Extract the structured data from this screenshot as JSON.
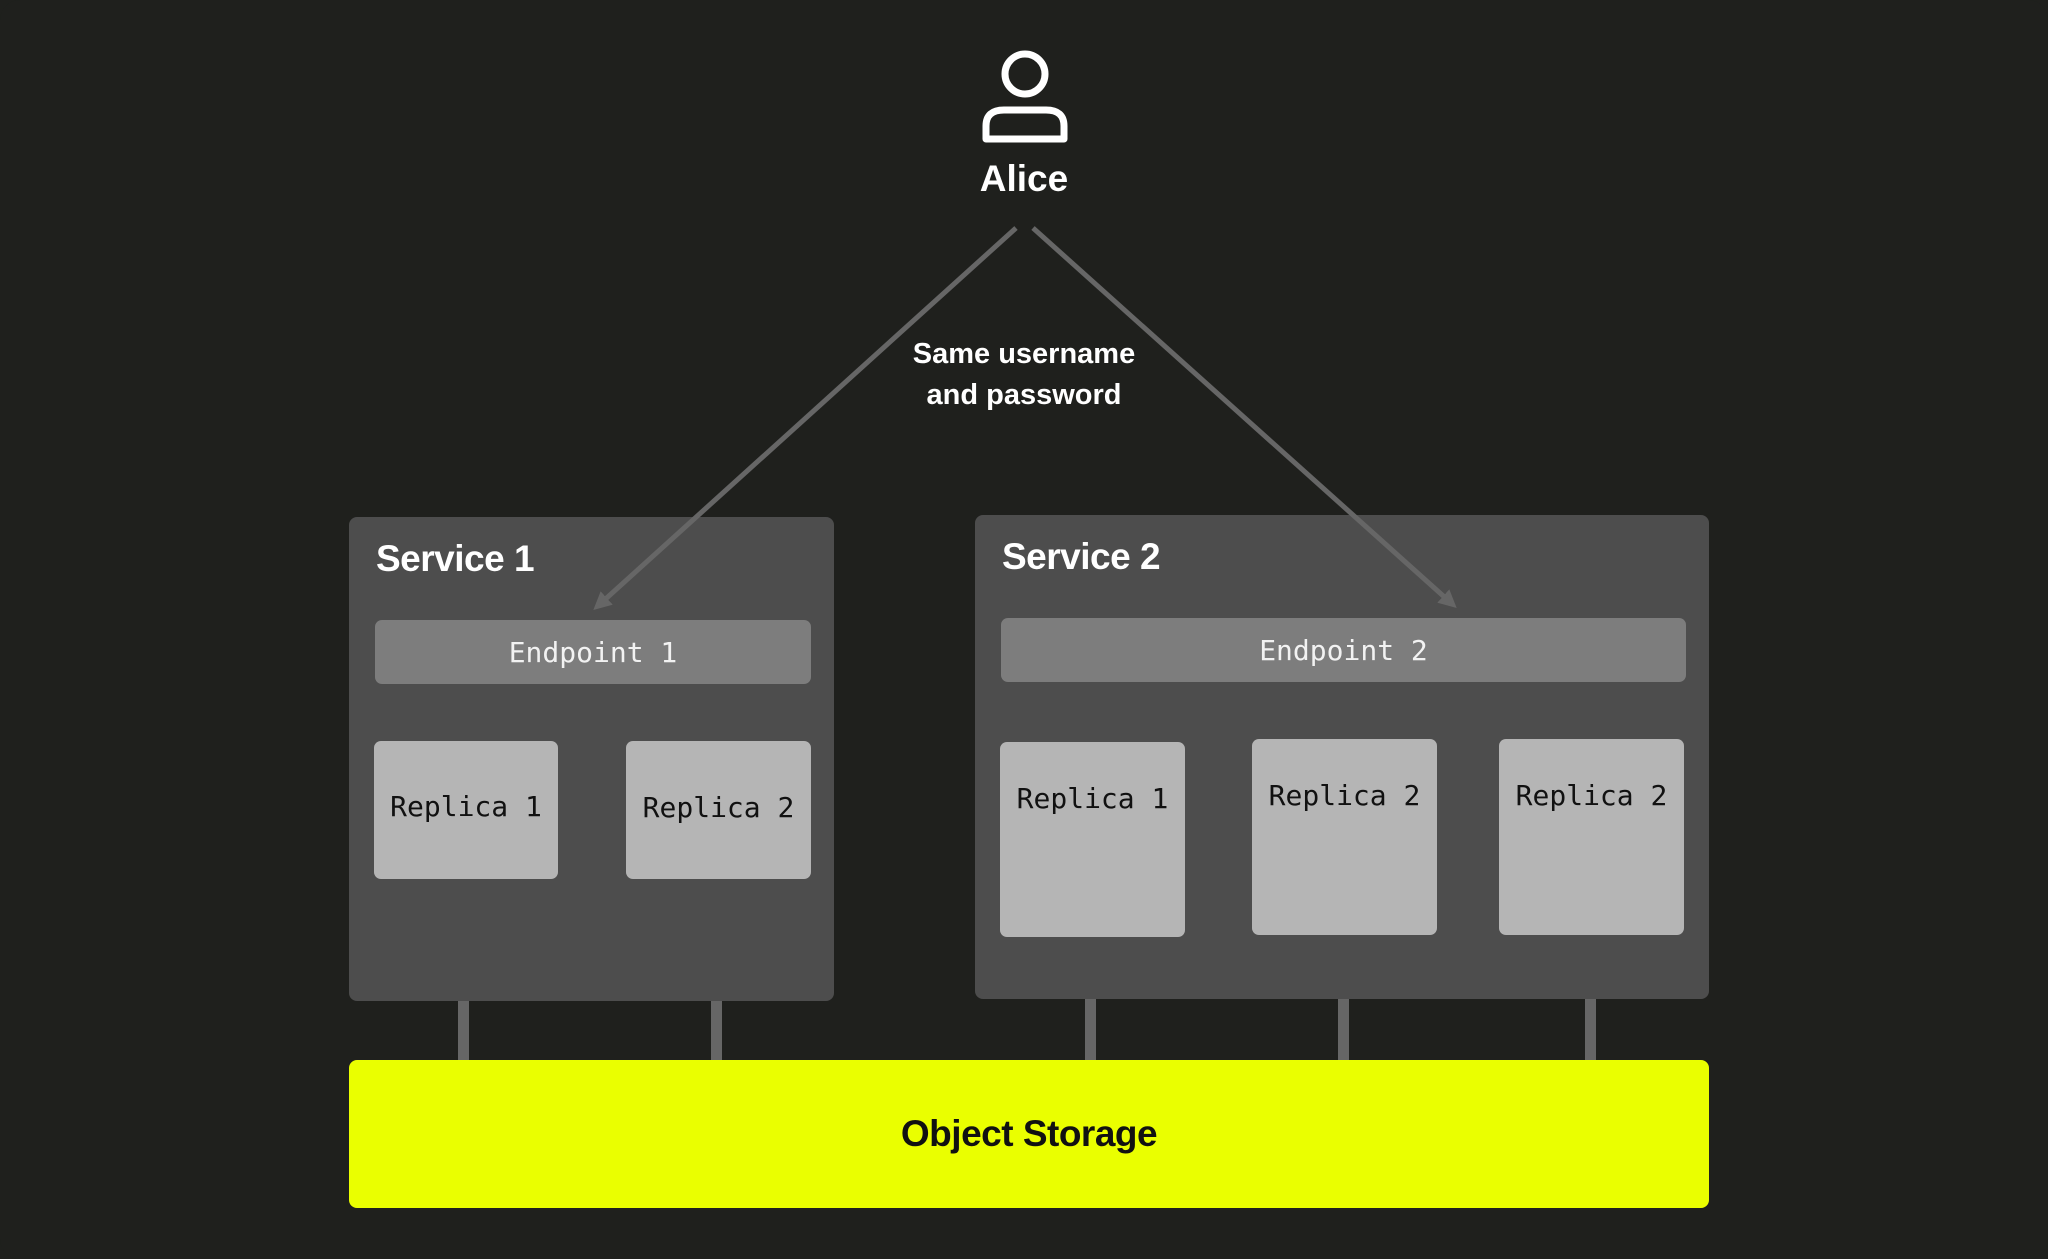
{
  "colors": {
    "background": "#1f201d",
    "service_panel": "#4d4d4d",
    "endpoint": "#7d7d7d",
    "replica": "#b5b5b5",
    "connector": "#666666",
    "storage": "#eaff00",
    "text_light": "#ffffff",
    "text_dark": "#111111"
  },
  "user": {
    "icon": "person-icon",
    "name": "Alice"
  },
  "credentials_label": "Same username\nand password",
  "services": [
    {
      "title": "Service 1",
      "endpoint": "Endpoint 1",
      "replicas": [
        "Replica 1",
        "Replica 2"
      ]
    },
    {
      "title": "Service 2",
      "endpoint": "Endpoint 2",
      "replicas": [
        "Replica 1",
        "Replica 2",
        "Replica 2"
      ]
    }
  ],
  "storage": {
    "label": "Object Storage"
  }
}
